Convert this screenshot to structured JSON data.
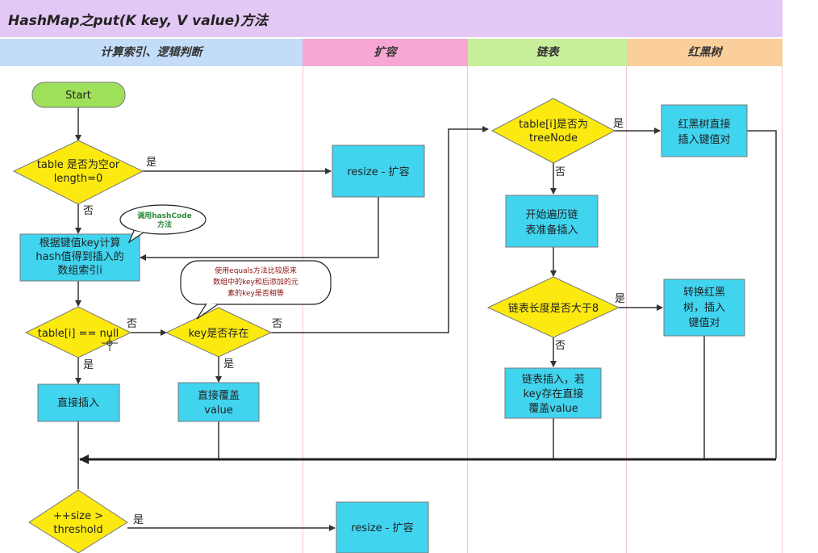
{
  "title": "HashMap之put(K key, V value)方法",
  "lanes": [
    "计算索引、逻辑判断",
    "扩容",
    "链表",
    "红黑树"
  ],
  "colors": {
    "title_bg": "#e3c8f5",
    "lane1": "#c3dcf7",
    "lane2": "#f8a6d3",
    "lane3": "#c8ef9b",
    "lane4": "#fbcf9c",
    "process": "#40d4ef",
    "decision": "#fbe910",
    "start": "#9ee05a",
    "note": "#8b1010"
  },
  "nodes": {
    "start": "Start",
    "d1": [
      "table 是否为空or",
      "length=0"
    ],
    "p_hash": [
      "根据键值key计算",
      "hash值得到插入的",
      "数组索引i"
    ],
    "d_tbl": "table[i] == null",
    "p_direct": "直接插入",
    "d_key": "key是否存在",
    "p_cover": [
      "直接覆盖",
      "value"
    ],
    "d_size": [
      "++size >",
      "threshold"
    ],
    "resize1": "resize - 扩容",
    "resize2": "resize - 扩容",
    "d_tree": [
      "table[i]是否为",
      "treeNode"
    ],
    "p_traverse": [
      "开始遍历链",
      "表准备插入"
    ],
    "d_len": "链表长度是否大于8",
    "p_list": [
      "链表插入，若",
      "key存在直接",
      "覆盖value"
    ],
    "p_rb": [
      "红黑树直接",
      "插入键值对"
    ],
    "p_convert": [
      "转换红黑",
      "树，插入",
      "键值对"
    ]
  },
  "notes": {
    "hashcode": [
      "调用hashCode",
      "方法"
    ],
    "equals": [
      "使用equals方法比较原来",
      "数组中的key和后添加的元",
      "素的key是否相等"
    ]
  },
  "labels": {
    "yes": "是",
    "no": "否"
  }
}
